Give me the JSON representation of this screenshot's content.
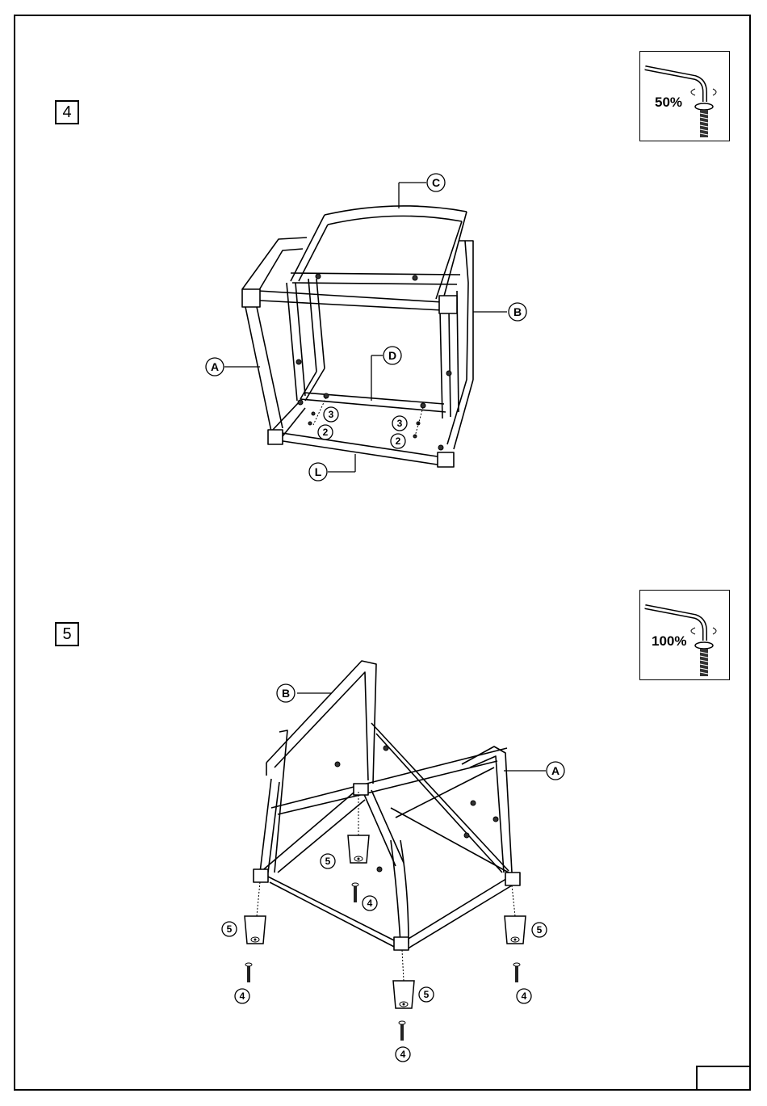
{
  "steps": [
    {
      "number": "4",
      "torque": "50%"
    },
    {
      "number": "5",
      "torque": "100%"
    }
  ],
  "parts": {
    "A": "A",
    "B": "B",
    "C": "C",
    "D": "D",
    "L": "L",
    "n2": "2",
    "n3": "3",
    "n4": "4",
    "n5": "5"
  },
  "icons": {
    "tool": "allen-key-bolt-icon"
  }
}
